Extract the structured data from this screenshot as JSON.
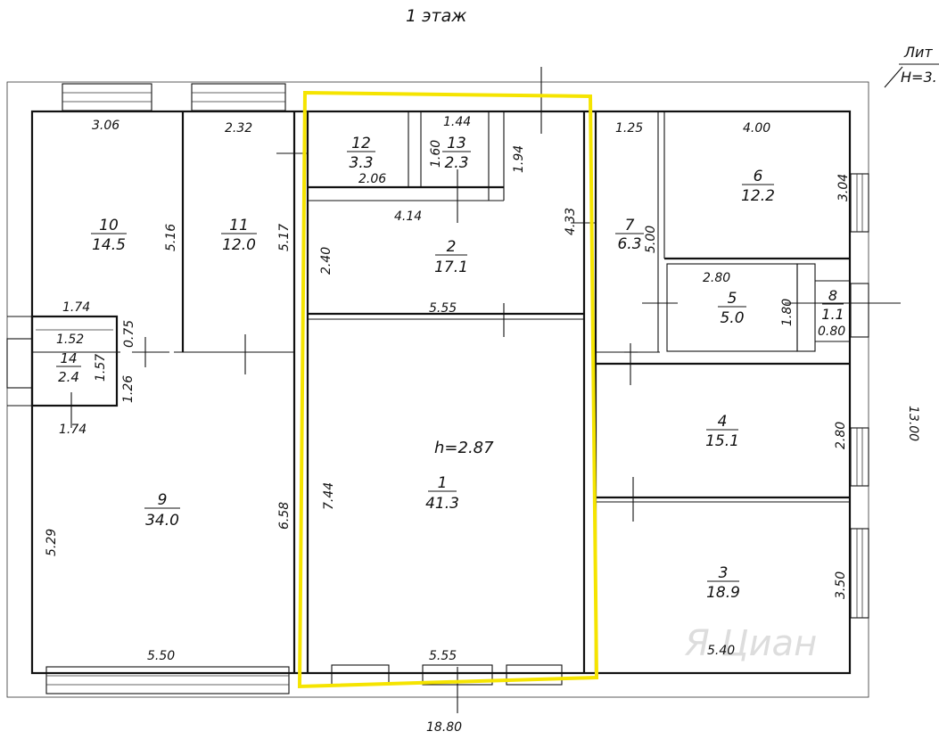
{
  "floor_title": "1 этаж",
  "corner_label": {
    "line1": "Лит",
    "line2": "H=3."
  },
  "overall_dims": {
    "length": "18.80",
    "width": "13.00"
  },
  "ceiling_height": "h=2.87",
  "rooms": [
    {
      "id": "1",
      "area": "41.3"
    },
    {
      "id": "2",
      "area": "17.1"
    },
    {
      "id": "3",
      "area": "18.9"
    },
    {
      "id": "4",
      "area": "15.1"
    },
    {
      "id": "5",
      "area": "5.0"
    },
    {
      "id": "6",
      "area": "12.2"
    },
    {
      "id": "7",
      "area": "6.3"
    },
    {
      "id": "8",
      "area": "1.1"
    },
    {
      "id": "9",
      "area": "34.0"
    },
    {
      "id": "10",
      "area": "14.5"
    },
    {
      "id": "11",
      "area": "12.0"
    },
    {
      "id": "12",
      "area": "3.3"
    },
    {
      "id": "13",
      "area": "2.3"
    },
    {
      "id": "14",
      "area": "2.4"
    }
  ],
  "dimensions": [
    "3.06",
    "2.32",
    "1.44",
    "1.25",
    "4.00",
    "5.16",
    "5.17",
    "2.06",
    "1.60",
    "1.94",
    "3.04",
    "4.14",
    "4.33",
    "5.00",
    "2.40",
    "1.74",
    "2.80",
    "1.80",
    "0.80",
    "5.55",
    "0.75",
    "1.52",
    "1.57",
    "1.26",
    "1.74",
    "2.80",
    "7.44",
    "6.58",
    "5.29",
    "3.50",
    "5.50",
    "5.55",
    "5.40"
  ],
  "watermark": "Я Циан",
  "highlight_color": "#f5e400"
}
